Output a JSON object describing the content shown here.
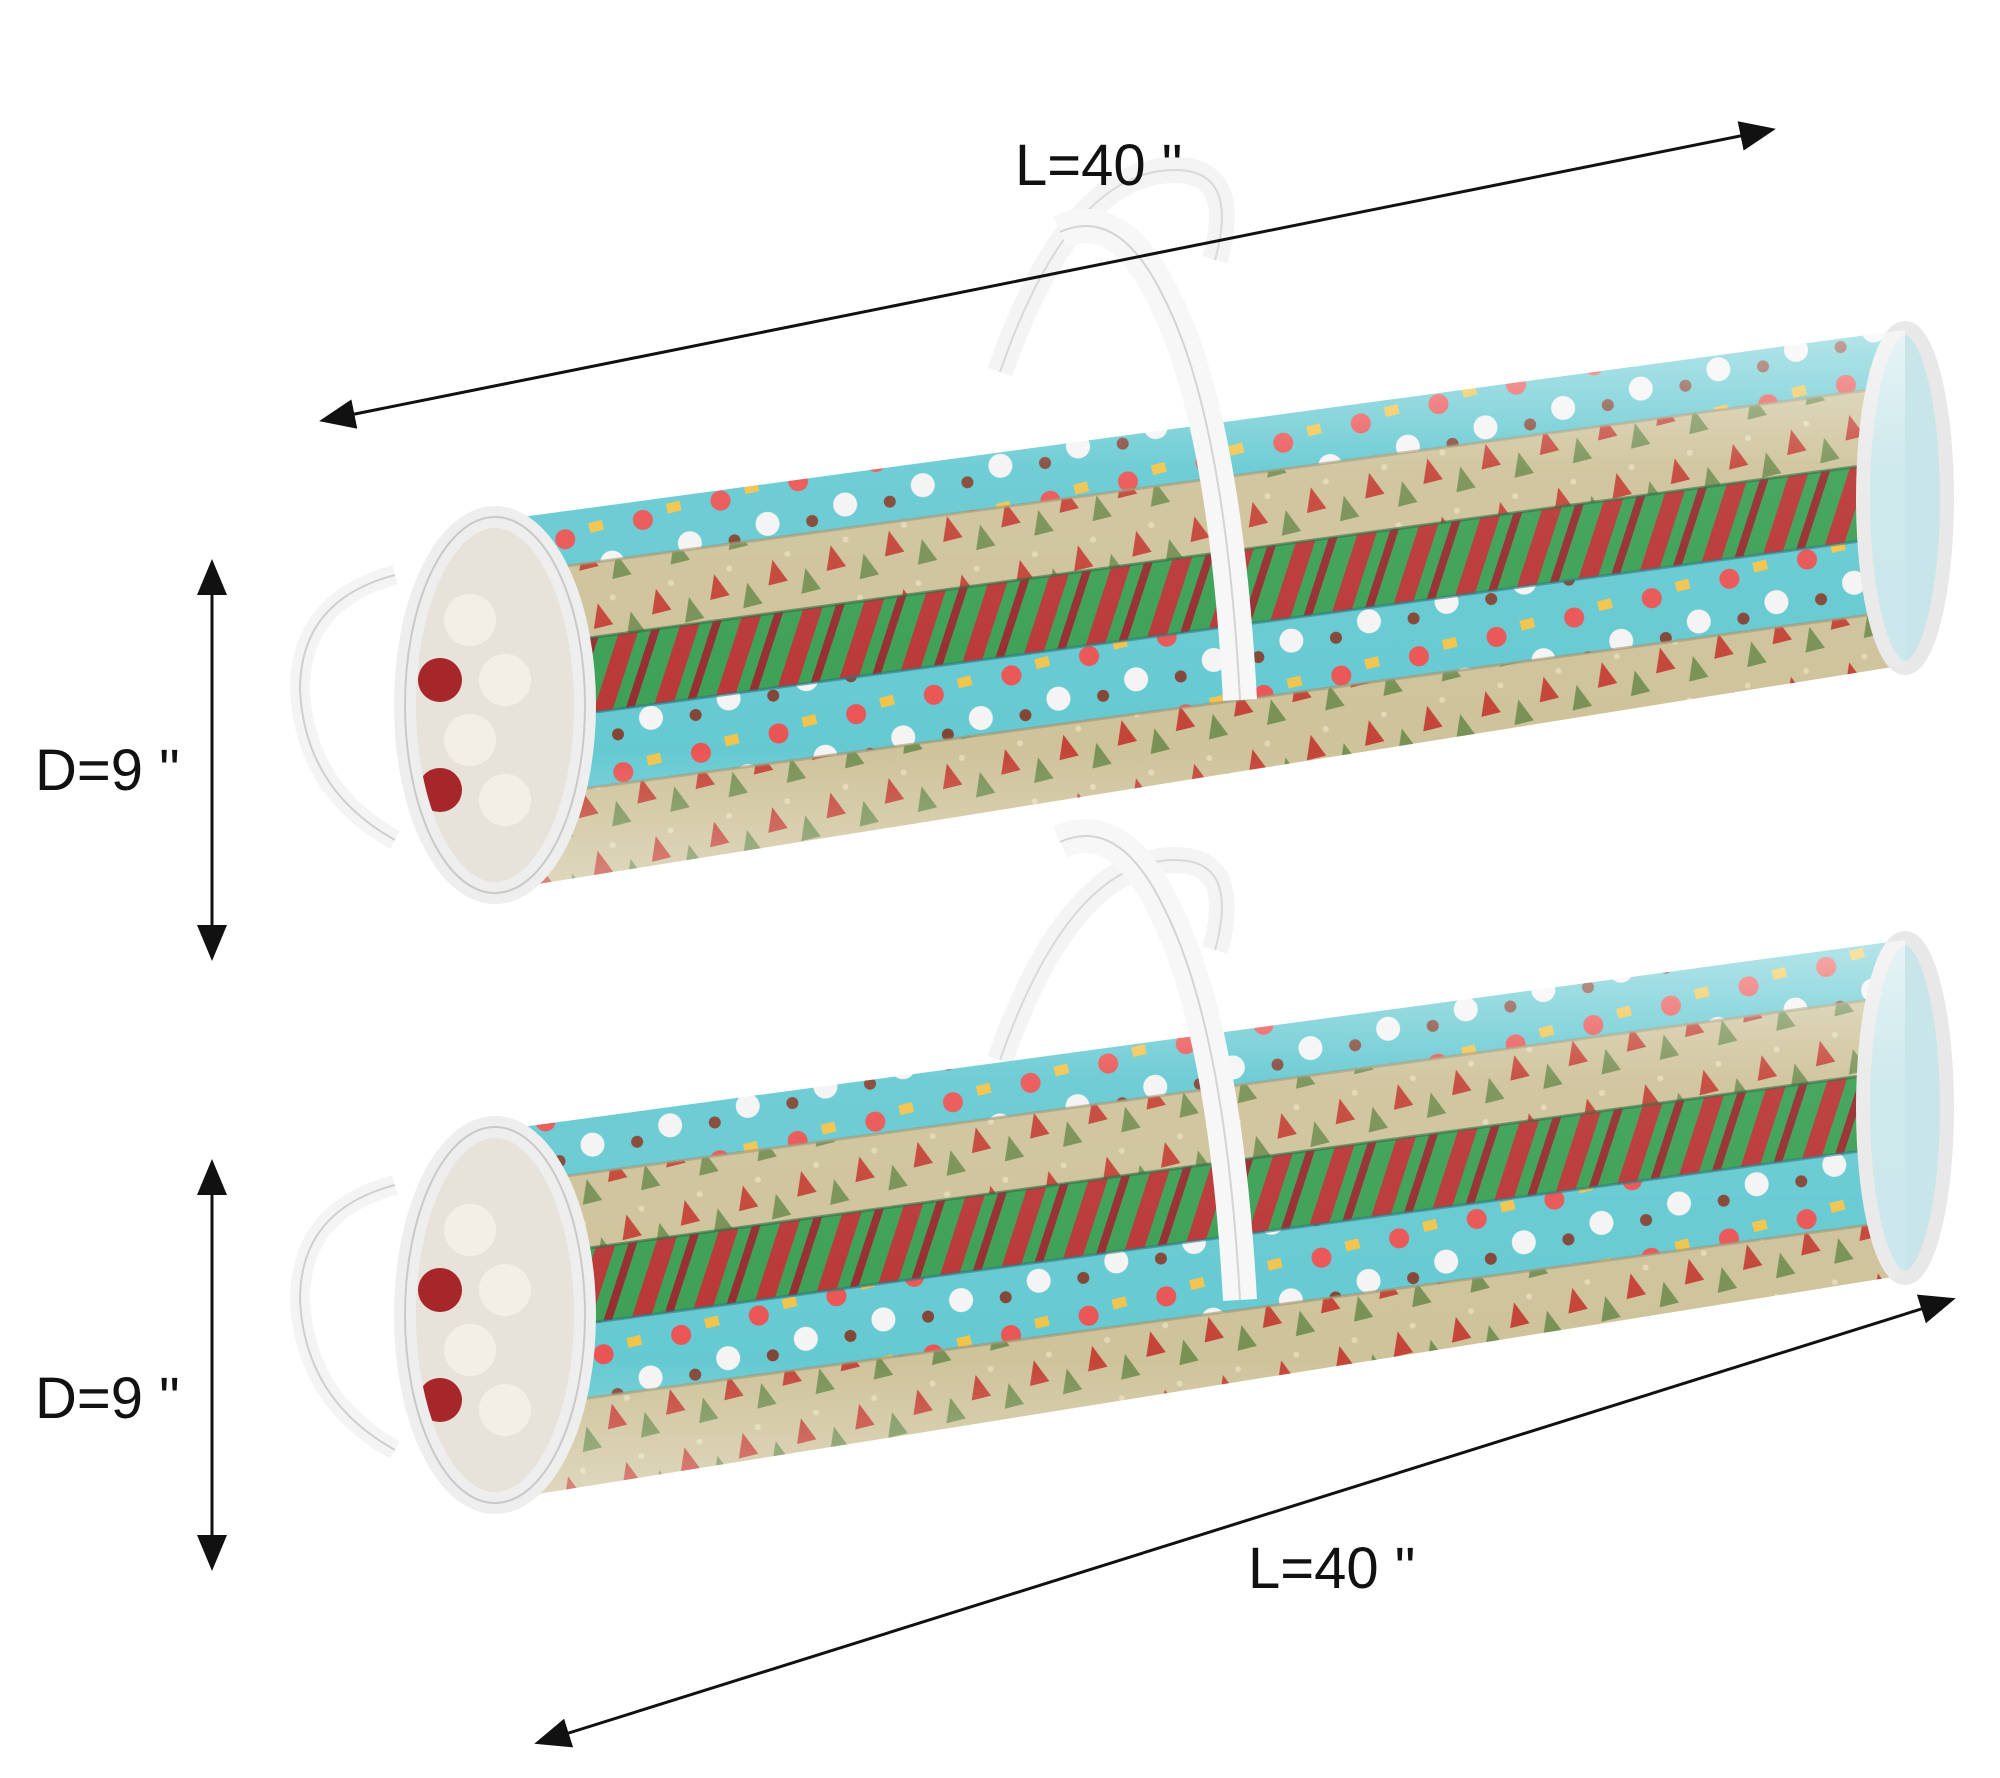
{
  "dimensions": {
    "top_length": "L=40 \"",
    "top_diameter": "D=9 \"",
    "bottom_length": "L=40 \"",
    "bottom_diameter": "D=9 \""
  },
  "colors": {
    "background": "#ffffff",
    "arrow": "#111111",
    "handle": "#f4f4f4",
    "rim": "#eeeeee",
    "paper_teal": "#5cc6cf",
    "paper_gold": "#cbbf94",
    "paper_stripe_red": "#b52a2a",
    "paper_stripe_green": "#2f9a4a",
    "tree_red": "#c0392b",
    "tree_green": "#6f8a4a"
  }
}
